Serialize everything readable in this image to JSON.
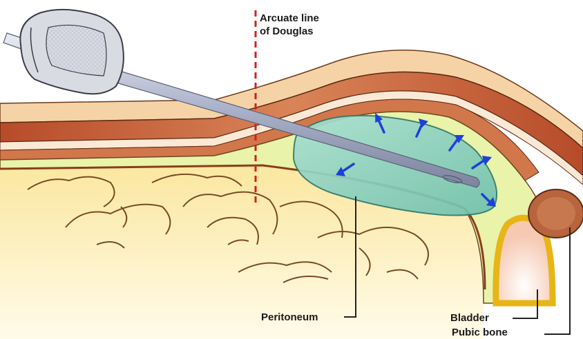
{
  "labels": {
    "arcuate_line_1": "Arcuate line",
    "arcuate_line_2": "of Douglas",
    "peritoneum": "Peritoneum",
    "bladder": "Bladder",
    "pubic_bone": "Pubic bone"
  },
  "colors": {
    "skin": "#f6d3a6",
    "muscle": "#c25a32",
    "muscle_light": "#dd8a5c",
    "preperitoneal_fat": "#e9f3a9",
    "bowel_area": "#fbf0b8",
    "bowel_outline": "#7a4a22",
    "balloon": "#8fd3c2",
    "arrow": "#1f3fd8",
    "arcuate_line": "#d42020",
    "bladder_wall": "#f2c31d",
    "bone": "#b8643c"
  },
  "icons": {
    "arrow": "blue-arrow-icon"
  }
}
